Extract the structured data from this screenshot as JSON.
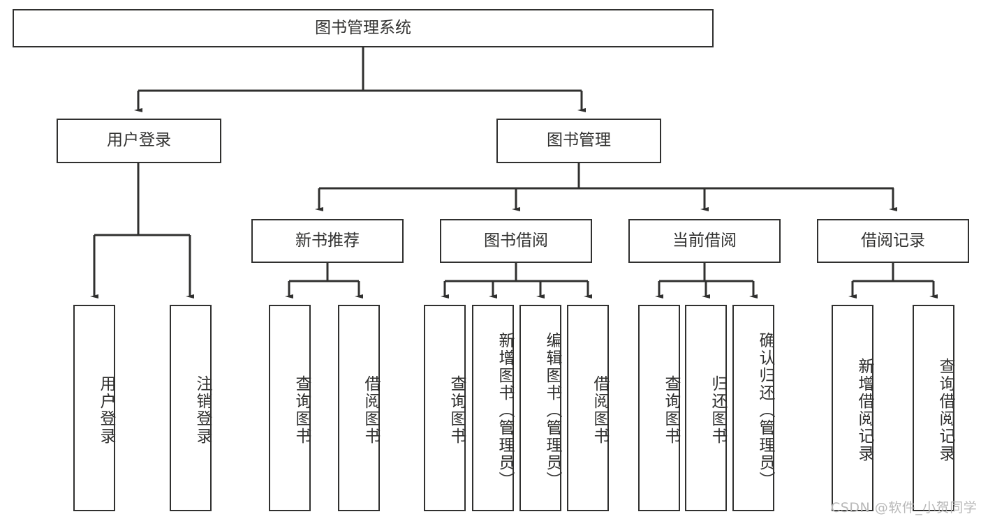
{
  "diagram": {
    "type": "tree-hierarchy-chart",
    "title": "图书管理系统",
    "watermark": "CSDN @软件_小贺同学",
    "colors": {
      "stroke": "#30302f",
      "fill": "#ffffff",
      "watermark": "#b9b9b9"
    }
  },
  "nodes": {
    "root": {
      "label": "图书管理系统"
    },
    "level2": [
      {
        "label": "用户登录"
      },
      {
        "label": "图书管理"
      }
    ],
    "level3": [
      {
        "label": "新书推荐"
      },
      {
        "label": "图书借阅"
      },
      {
        "label": "当前借阅"
      },
      {
        "label": "借阅记录"
      }
    ],
    "leaves": {
      "user_login": [
        {
          "label": "用户登录"
        },
        {
          "label": "注销登录"
        }
      ],
      "new_book": [
        {
          "label": "查询图书"
        },
        {
          "label": "借阅图书"
        }
      ],
      "book_borrow": [
        {
          "label": "查询图书"
        },
        {
          "label": "新增图书（管理员）"
        },
        {
          "label": "编辑图书（管理员）"
        },
        {
          "label": "借阅图书"
        }
      ],
      "current_borrow": [
        {
          "label": "查询图书"
        },
        {
          "label": "归还图书"
        },
        {
          "label": "确认归还（管理员）"
        }
      ],
      "borrow_record": [
        {
          "label": "新增借阅记录"
        },
        {
          "label": "查询借阅记录"
        }
      ]
    }
  }
}
